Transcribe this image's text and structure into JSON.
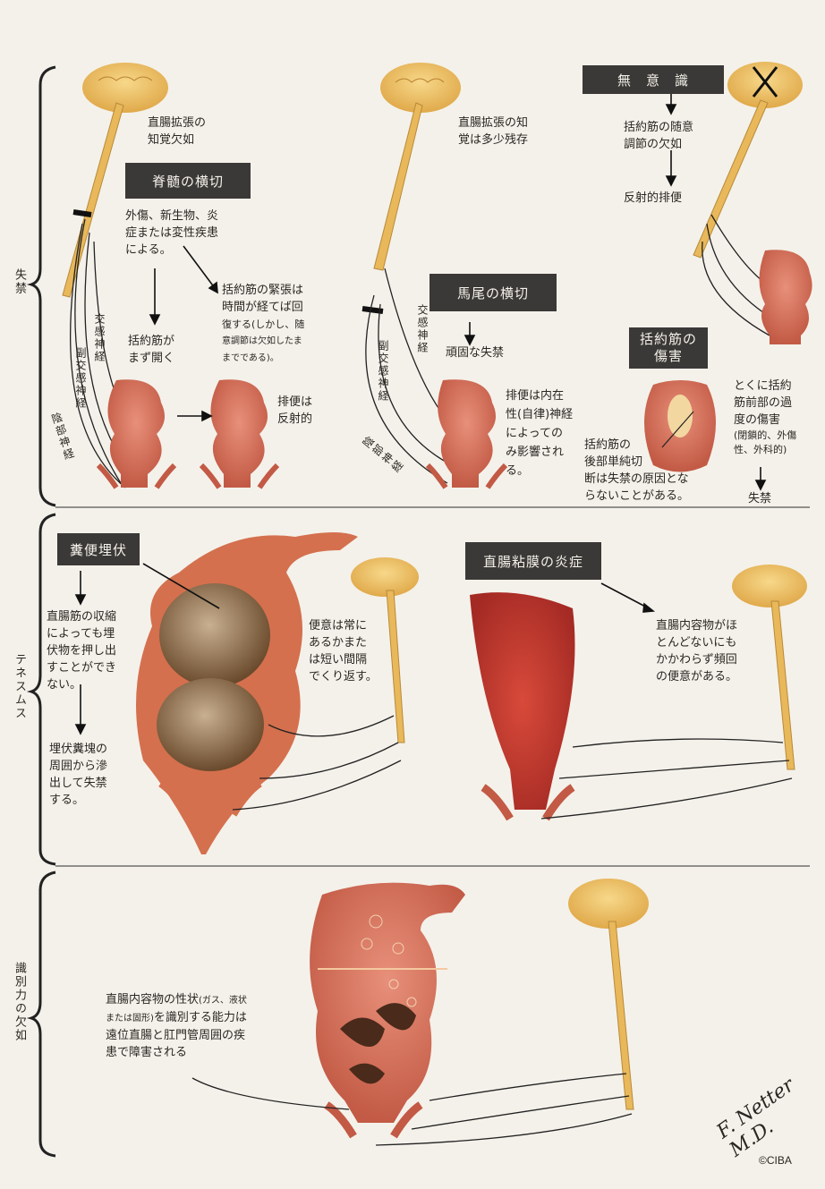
{
  "sections": {
    "incontinence": "失禁",
    "tenesmus": "テネスムス",
    "discrimination": "識別力の欠如"
  },
  "panel1": {
    "title_box": "脊髄の横切",
    "label_sense": [
      "直腸拡張の",
      "知覚欠如"
    ],
    "label_causes": [
      "外傷、新生物、炎",
      "症または変性疾患",
      "による。"
    ],
    "label_open": [
      "括約筋が",
      "まず開く"
    ],
    "label_tone_main": [
      "括約筋の緊張は",
      "時間が経てば回"
    ],
    "label_tone_note": "復する(しかし、随",
    "label_tone_note2": "意調節は欠如したま",
    "label_tone_note3": "までである)。",
    "label_reflex": [
      "排便は",
      "反射的"
    ],
    "nerve_sympathetic": "交感神経",
    "nerve_parasympathetic": "副交感神経",
    "nerve_pudendal": "陰部神経"
  },
  "panel2": {
    "title_box": "馬尾の横切",
    "label_sense": [
      "直腸拡張の知",
      "覚は多少残存"
    ],
    "label_stubborn": "頑固な失禁",
    "label_intrinsic": [
      "排便は内在",
      "性(自律)神経",
      "によっての",
      "み影響され",
      "る。"
    ],
    "nerve_sympathetic": "交感神経",
    "nerve_parasympathetic": "副交感神経",
    "nerve_pudendal": "陰部神経"
  },
  "panel3": {
    "title_box": "無　意　識",
    "label_voluntary": [
      "括約筋の随意",
      "調節の欠如"
    ],
    "label_reflex": "反射的排便"
  },
  "panel4": {
    "title_box": [
      "括約筋の",
      "傷害"
    ],
    "label_posterior": [
      "括約筋の",
      "後部単純切",
      "断は失禁の原因とな",
      "らないことがある。"
    ],
    "label_anterior": [
      "とくに括約",
      "筋前部の過",
      "度の傷害"
    ],
    "label_anterior_note": [
      "(閉鎖的、外傷",
      "性、外科的)"
    ],
    "label_result": "失禁"
  },
  "panel5": {
    "title_box": "糞便埋伏",
    "label_contract": [
      "直腸筋の収縮",
      "によっても埋",
      "伏物を押し出",
      "すことができ",
      "ない。"
    ],
    "label_leak": [
      "埋伏糞塊の",
      "周囲から滲",
      "出して失禁",
      "する。"
    ],
    "label_urge": [
      "便意は常に",
      "あるかまた",
      "は短い間隔",
      "でくり返す。"
    ]
  },
  "panel6": {
    "title_box": "直腸粘膜の炎症",
    "label_urge": [
      "直腸内容物がほ",
      "とんどないにも",
      "かかわらず頻回",
      "の便意がある。"
    ]
  },
  "panel7": {
    "label_main1": "直腸内容物の性状",
    "label_main1_note": "(ガス、液状",
    "label_main2_note": "または固形)",
    "label_main2": "を識別する能力は",
    "label_main3": "遠位直腸と肛門管周囲の疾",
    "label_main4": "患で障害される"
  },
  "signature": {
    "name": "F. Netter M.D.",
    "copyright": "©CIBA"
  },
  "colors": {
    "background": "#f4f1ea",
    "box": "#3b3937",
    "rectum": "#d9735a",
    "rectum_dark": "#b4493a",
    "brain": "#f0c46a",
    "spine": "#e8b85a",
    "stool": "#7a5a3a"
  }
}
